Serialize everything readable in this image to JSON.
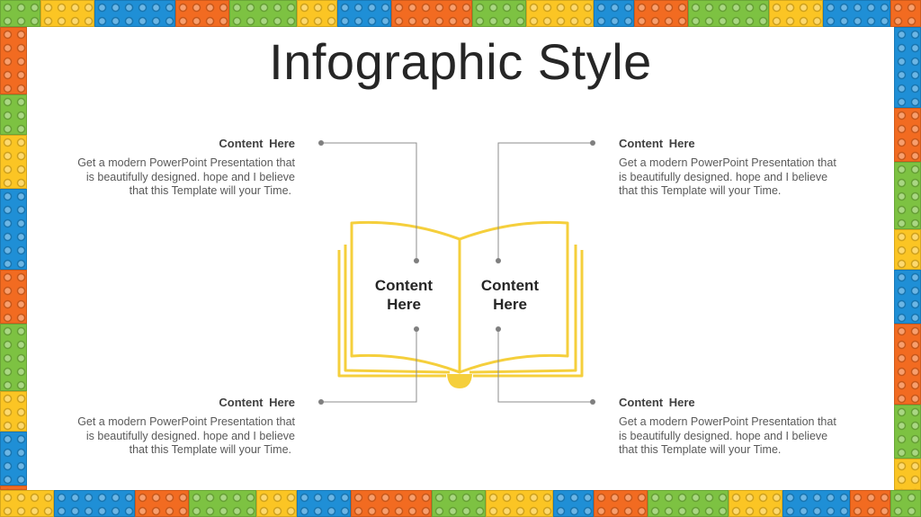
{
  "title": "Infographic Style",
  "colors": {
    "book_outline": "#F5CF3C",
    "connector": "#8C8C8C",
    "brick_palette": [
      "#7DC242",
      "#F26B21",
      "#1F8FD6",
      "#FBC524"
    ]
  },
  "book": {
    "left_page_label_line1": "Content",
    "left_page_label_line2": "Here",
    "right_page_label_line1": "Content",
    "right_page_label_line2": "Here"
  },
  "blocks": {
    "top_left": {
      "heading": "Content  Here",
      "line1": "Get a modern PowerPoint  Presentation that",
      "line2": "is beautifully designed. hope and I believe",
      "line3": "that this Template will your Time."
    },
    "top_right": {
      "heading": "Content  Here",
      "line1": "Get a modern PowerPoint  Presentation that",
      "line2": "is beautifully designed. hope and I believe",
      "line3": "that this Template will your Time."
    },
    "bottom_left": {
      "heading": "Content  Here",
      "line1": "Get a modern PowerPoint  Presentation that",
      "line2": "is beautifully designed. hope and I believe",
      "line3": "that this Template will your Time."
    },
    "bottom_right": {
      "heading": "Content  Here",
      "line1": "Get a modern PowerPoint  Presentation that",
      "line2": "is beautifully designed. hope and I believe",
      "line3": "that this Template will your Time."
    }
  }
}
